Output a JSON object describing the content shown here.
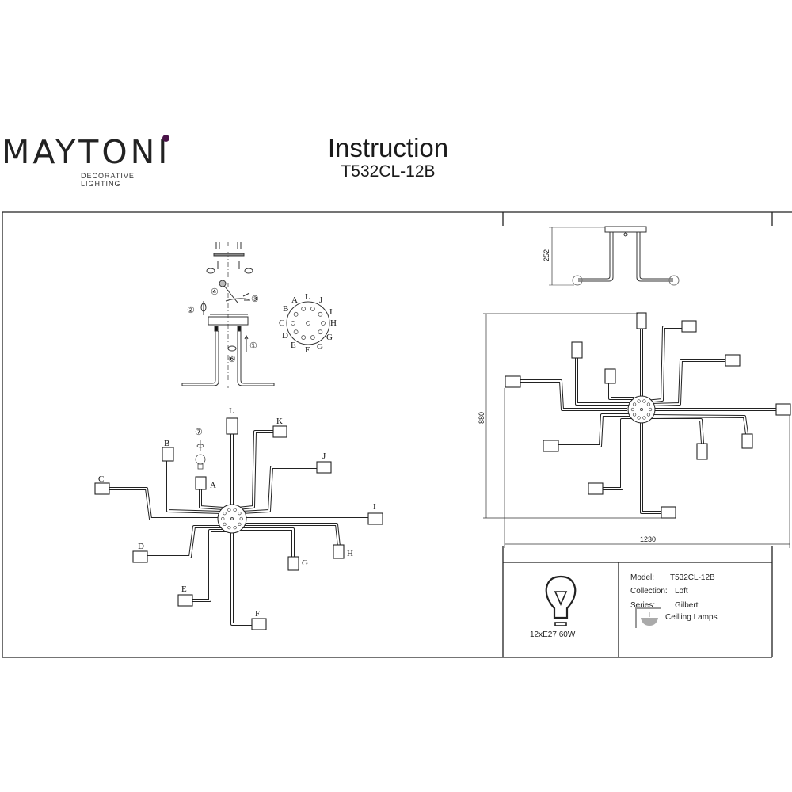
{
  "header": {
    "brand": "MAYTONI",
    "brand_tagline": "DECORATIVE LIGHTING",
    "title": "Instruction",
    "model_code": "T532CL-12B"
  },
  "assembly": {
    "steps": [
      "①",
      "②",
      "③",
      "④",
      "⑥",
      "⑦"
    ],
    "hub_labels": [
      "A",
      "B",
      "C",
      "D",
      "E",
      "F",
      "G",
      "G",
      "H",
      "I",
      "J",
      "L"
    ],
    "arm_labels": [
      "L",
      "K",
      "B",
      "J",
      "C",
      "A",
      "I",
      "D",
      "H",
      "G",
      "E",
      "F"
    ]
  },
  "dimensions": {
    "height": "252",
    "depth": "880",
    "width": "1230"
  },
  "spec": {
    "bulb": "12xE27 60W",
    "model_label": "Model:",
    "model_value": "T532CL-12B",
    "collection_label": "Collection:",
    "collection_value": "Loft",
    "series_label": "Series:",
    "series_value": "Gilbert",
    "type_value": "Ceilling Lamps"
  }
}
